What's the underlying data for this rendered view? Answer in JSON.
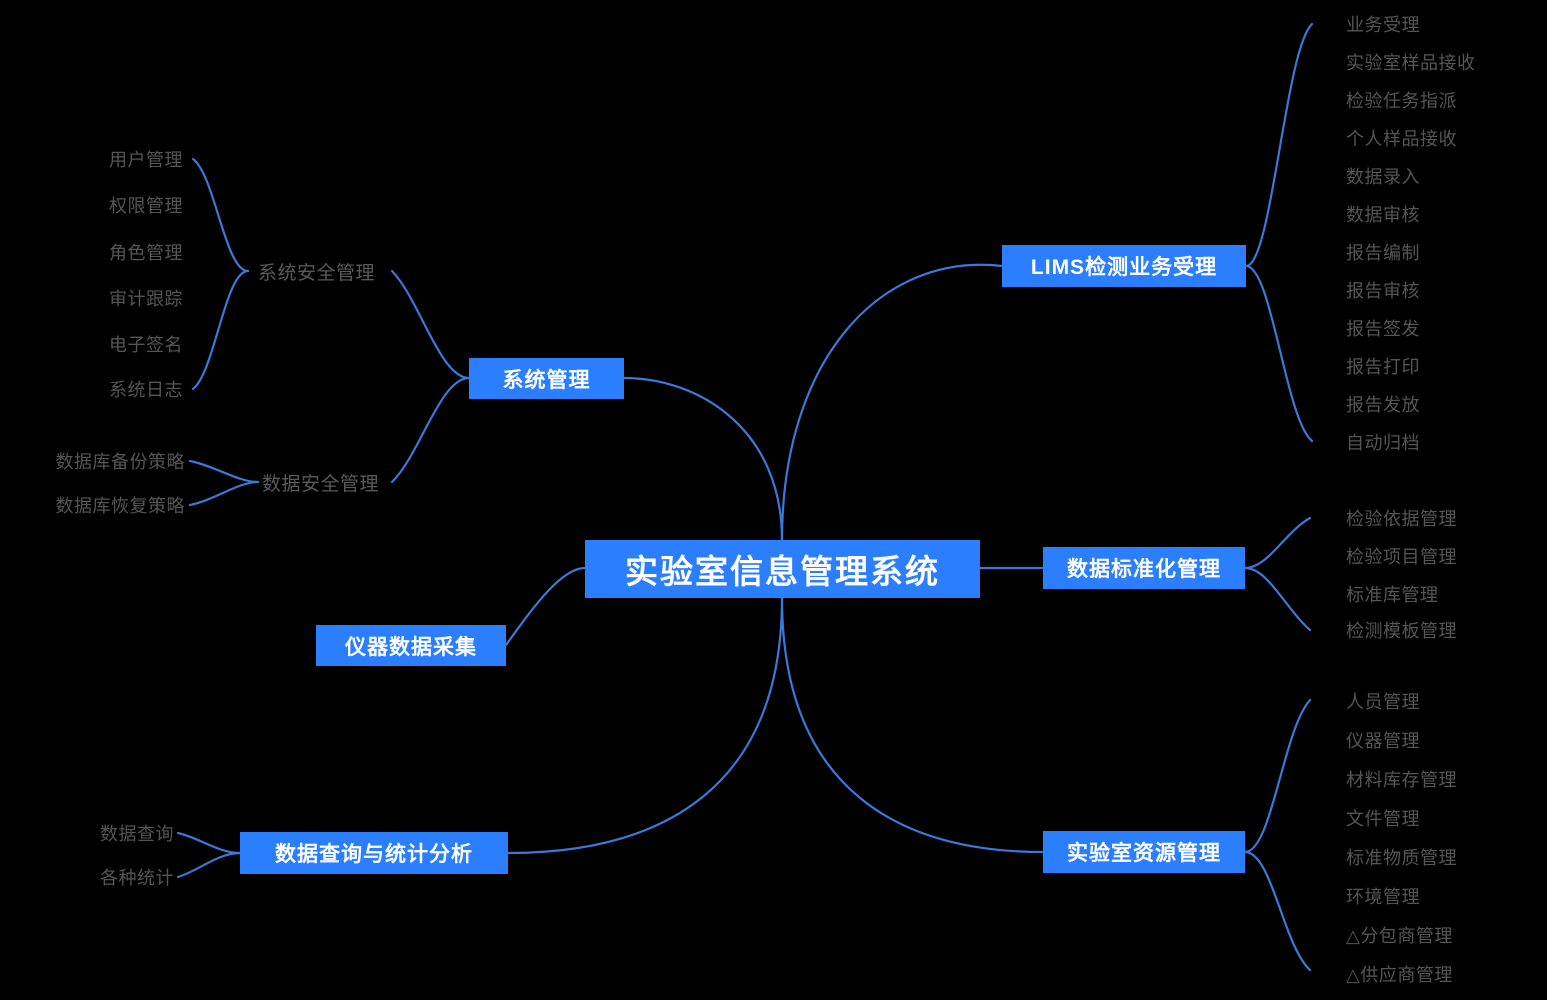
{
  "diagram": {
    "title": "实验室信息管理系统",
    "type": "mindmap",
    "colors": {
      "background": "#000000",
      "node_fill": "#2b7fff",
      "node_text": "#ffffff",
      "leaf_text": "#555555",
      "edge": "#3b78d8"
    }
  },
  "root": {
    "label": "实验室信息管理系统"
  },
  "branches": {
    "system_management": {
      "label": "系统管理",
      "children": [
        {
          "label": "系统安全管理",
          "children": [
            {
              "label": "用户管理"
            },
            {
              "label": "权限管理"
            },
            {
              "label": "角色管理"
            },
            {
              "label": "审计跟踪"
            },
            {
              "label": "电子签名"
            },
            {
              "label": "系统日志"
            }
          ]
        },
        {
          "label": "数据安全管理",
          "children": [
            {
              "label": "数据库备份策略"
            },
            {
              "label": "数据库恢复策略"
            }
          ]
        }
      ]
    },
    "instrument_data": {
      "label": "仪器数据采集",
      "children": []
    },
    "query_statistics": {
      "label": "数据查询与统计分析",
      "children": [
        {
          "label": "数据查询"
        },
        {
          "label": "各种统计"
        }
      ]
    },
    "lims_business": {
      "label": "LIMS检测业务受理",
      "children": [
        {
          "label": "业务受理"
        },
        {
          "label": "实验室样品接收"
        },
        {
          "label": "检验任务指派"
        },
        {
          "label": "个人样品接收"
        },
        {
          "label": "数据录入"
        },
        {
          "label": "数据审核"
        },
        {
          "label": "报告编制"
        },
        {
          "label": "报告审核"
        },
        {
          "label": "报告签发"
        },
        {
          "label": "报告打印"
        },
        {
          "label": "报告发放"
        },
        {
          "label": "自动归档"
        }
      ]
    },
    "data_standardization": {
      "label": "数据标准化管理",
      "children": [
        {
          "label": "检验依据管理"
        },
        {
          "label": "检验项目管理"
        },
        {
          "label": "标准库管理"
        },
        {
          "label": "检测模板管理"
        }
      ]
    },
    "lab_resources": {
      "label": "实验室资源管理",
      "children": [
        {
          "label": "人员管理"
        },
        {
          "label": "仪器管理"
        },
        {
          "label": "材料库存管理"
        },
        {
          "label": "文件管理"
        },
        {
          "label": "标准物质管理"
        },
        {
          "label": "环境管理"
        },
        {
          "label": "△分包商管理"
        },
        {
          "label": "△供应商管理"
        }
      ]
    }
  }
}
